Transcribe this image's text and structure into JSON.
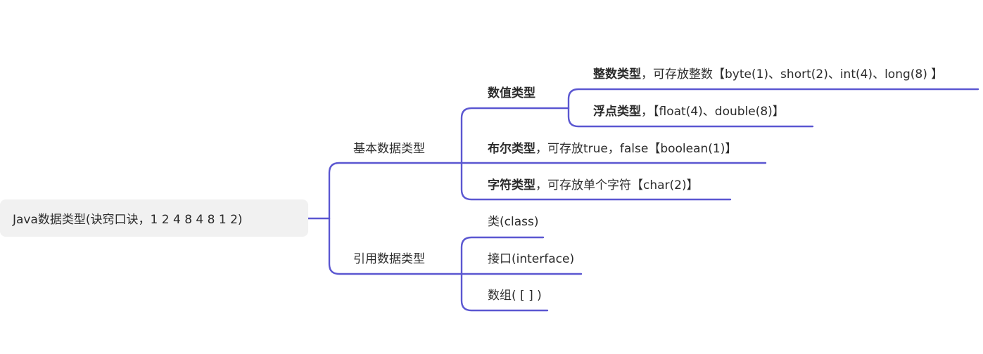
{
  "root": {
    "label": "Java数据类型(诀窍口诀，1 2 4 8 4 8 1 2)"
  },
  "primitive": {
    "label": "基本数据类型",
    "numeric": {
      "label": "数值类型",
      "integer": {
        "title": "整数类型",
        "text": "，可存放整数【byte(1)、short(2)、int(4)、long(8) 】"
      },
      "float": {
        "title": "浮点类型",
        "text": "，【float(4)、double(8)】"
      }
    },
    "boolean": {
      "title": "布尔类型",
      "text": "，可存放true，false【boolean(1)】"
    },
    "char": {
      "title": "字符类型",
      "text": "，可存放单个字符【char(2)】"
    }
  },
  "reference": {
    "label": "引用数据类型",
    "class": {
      "label": "类(class)"
    },
    "interface": {
      "label": "接口(interface)"
    },
    "array": {
      "label": "数组( [ ] )"
    }
  },
  "colors": {
    "line": "#5b57d1",
    "root_bg": "#f1f1f1",
    "text": "#2b2b2b"
  }
}
